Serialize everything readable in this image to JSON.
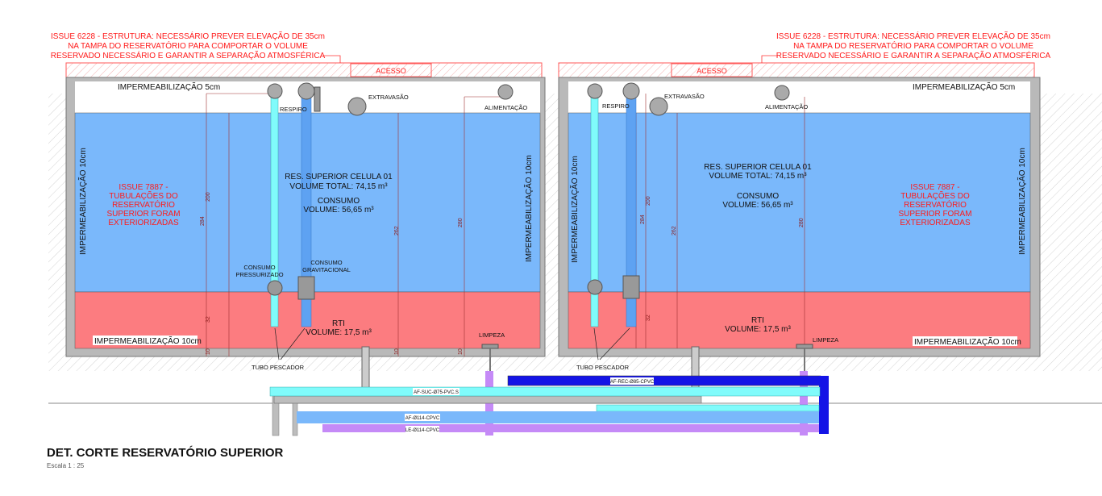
{
  "drawing": {
    "title": "DET. CORTE RESERVATÓRIO SUPERIOR",
    "scale": "Escala 1 : 25"
  },
  "issues": {
    "structure": [
      "ISSUE 6228 - ESTRUTURA: NECESSÁRIO PREVER ELEVAÇÃO DE 35cm",
      "NA TAMPA DO RESERVATÓRIO PARA COMPORTAR O VOLUME",
      "RESERVADO NECESSÁRIO E GARANTIR A SEPARAÇÃO ATMOSFÉRICA"
    ],
    "pipes": [
      "ISSUE 7887 -",
      "TUBULAÇÕES DO",
      "RESERVATÓRIO",
      "SUPERIOR FORAM",
      "EXTERIORIZADAS"
    ]
  },
  "tank": {
    "access": "ACESSO",
    "waterproof_top": "IMPERMEABILIZAÇÃO 5cm",
    "waterproof_side": "IMPERMEABILIZAÇÃO 10cm",
    "waterproof_bottom": "IMPERMEABILIZAÇÃO 10cm",
    "respiro": "RESPIRO",
    "extravasao": "EXTRAVASÃO",
    "alimentacao": "ALIMENTAÇÃO",
    "cell_name": "RES. SUPERIOR CELULA 01",
    "total_volume": "VOLUME TOTAL: 74,15 m³",
    "consumo": "CONSUMO",
    "consumo_volume": "VOLUME: 56,65 m³",
    "rti": "RTI",
    "rti_volume": "VOLUME: 17,5 m³",
    "consumo_pressurizado": [
      "CONSUMO",
      "PRESSURIZADO"
    ],
    "consumo_gravitacional": [
      "CONSUMO",
      "GRAVITACIONAL"
    ],
    "limpeza": "LIMPEZA",
    "tubo_pescador": "TUBO PESCADOR",
    "dims": {
      "d200": "200",
      "d284": "284",
      "d262": "262",
      "d280": "280",
      "d32": "32",
      "d10": "10"
    }
  },
  "pipes": {
    "af_rec": "AF-REC-Ø85-CPVC",
    "af_suc": "AF-SUC-Ø75-PVC.S",
    "af_114": "AF-Ø114-CPVC",
    "le_114": "LE-Ø114-CPVC"
  },
  "colors": {
    "water": "#7ab8fb",
    "rti": "#fc7c80",
    "issue": "#ff1a1a",
    "cyan_pipe": "#80fbfb",
    "blue_pipe": "#1414e6",
    "purple_pipe": "#c58af7"
  }
}
